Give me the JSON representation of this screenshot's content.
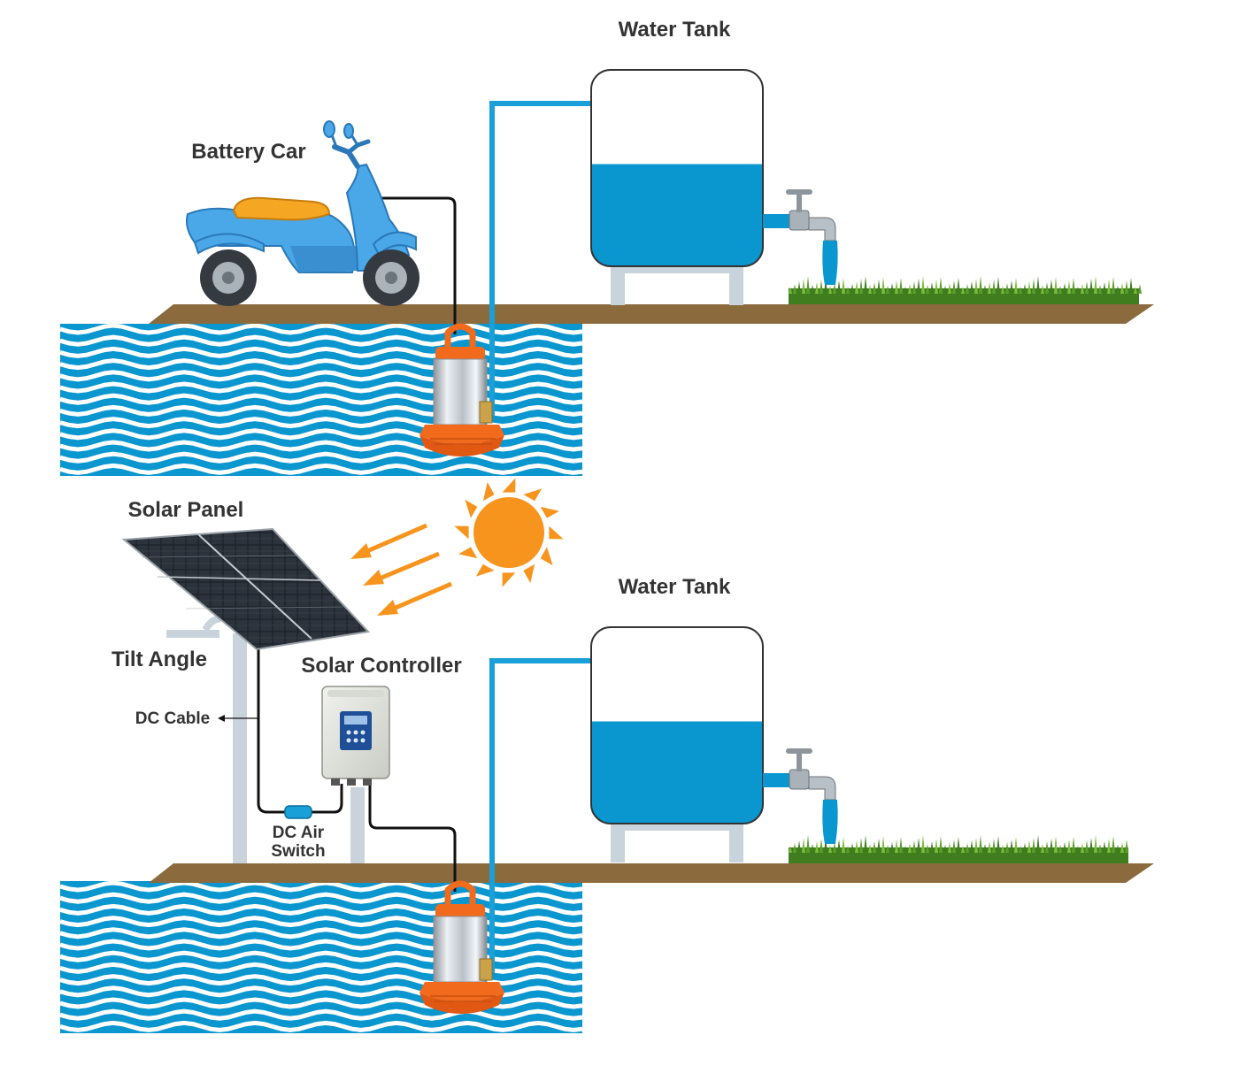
{
  "colors": {
    "water": "#0a96cf",
    "pipe": "#1aa0d8",
    "ground": "#8b6a3e",
    "pump_orange": "#f26a1b",
    "sun": "#f7941d",
    "grass": "#5a9e2b",
    "wire": "#111111",
    "stand": "#c9d3dc",
    "scooter": "#4aa8e8",
    "seat": "#f5a623",
    "text": "#333333"
  },
  "scene_top": {
    "tank_label": "Water Tank",
    "vehicle_label": "Battery Car",
    "tank_fill_fraction": 0.52
  },
  "scene_bottom": {
    "tank_label": "Water Tank",
    "panel_label": "Solar Panel",
    "tilt_label": "Tilt Angle",
    "controller_label": "Solar Controller",
    "cable_label": "DC Cable",
    "switch_label_line1": "DC Air",
    "switch_label_line2": "Switch",
    "tank_fill_fraction": 0.52
  },
  "icons": [
    "scooter-icon",
    "submersible-pump-icon",
    "water-tank-icon",
    "faucet-icon",
    "grass-icon",
    "sun-icon",
    "sunlight-arrow-icon",
    "solar-panel-icon",
    "solar-controller-icon",
    "dc-air-switch-icon",
    "water-waves-icon"
  ]
}
